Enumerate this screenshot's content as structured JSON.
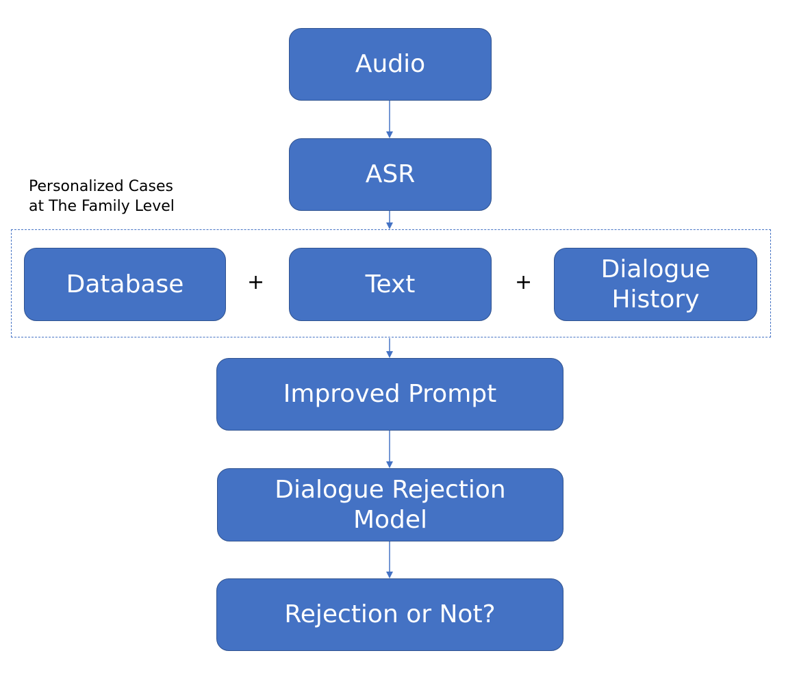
{
  "nodes": {
    "audio": "Audio",
    "asr": "ASR",
    "database": "Database",
    "text": "Text",
    "dialogue_history": "Dialogue History",
    "improved_prompt": "Improved Prompt",
    "rejection_model": "Dialogue Rejection Model",
    "rejection_or_not": "Rejection or Not?"
  },
  "group": {
    "label_line1": "Personalized Cases",
    "label_line2": "at The Family Level"
  },
  "operators": {
    "plus_1": "+",
    "plus_2": "+"
  },
  "colors": {
    "node_fill": "#4472c4",
    "node_border": "#2f528f",
    "arrow": "#4472c4",
    "group_border": "#4472c4"
  }
}
